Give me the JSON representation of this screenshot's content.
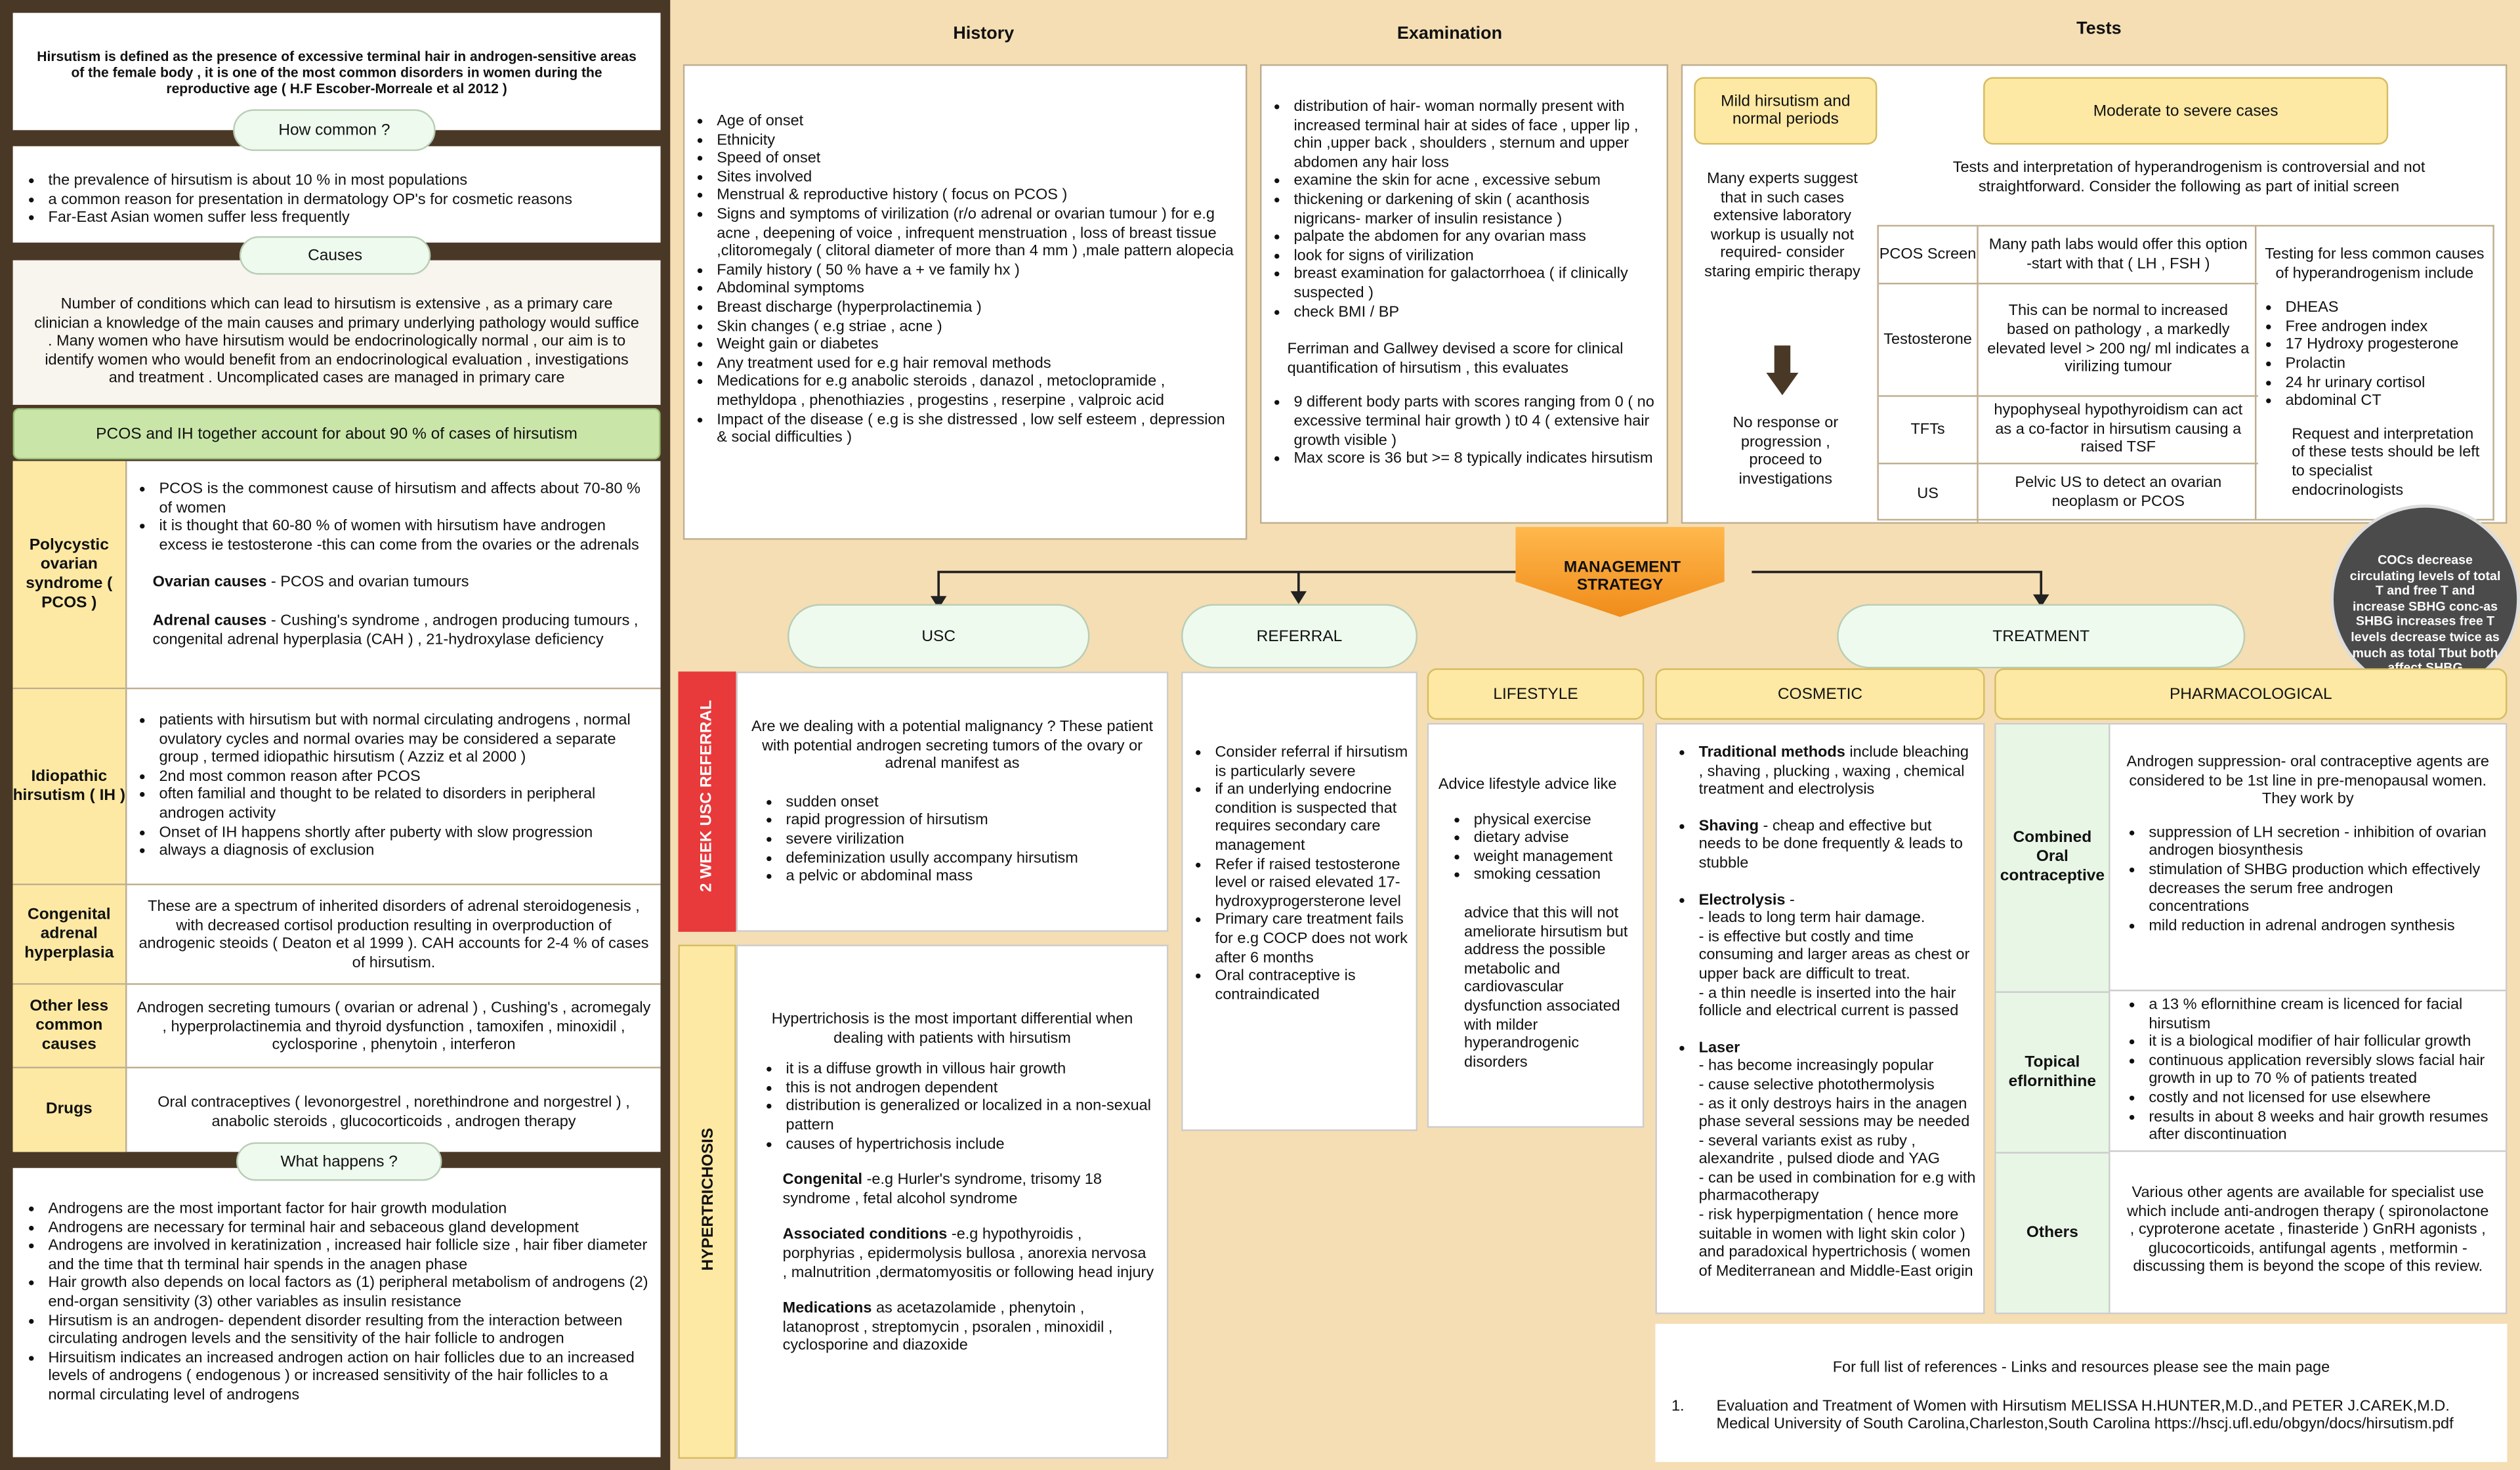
{
  "intro": "Hirsutism is defined as the presence of excessive terminal hair in androgen-sensitive areas of the  female body , it is one of the most common disorders in women during the reproductive age  ( H.F Escober-Morreale et al 2012 )",
  "how_common": {
    "title": "How common ?",
    "items": [
      "the prevalence of hirsutism is about 10 % in most populations",
      "a common reason for presentation in dermatology OP's for cosmetic reasons",
      "Far-East Asian women suffer less frequently"
    ]
  },
  "causes": {
    "title": "Causes",
    "text": "Number of conditions which can lead to hirsutism is extensive , as a primary care clinician a knowledge of the main causes and primary underlying pathology would suffice . Many women who have hirsutism would be endocrinologically normal , our aim is to identify women who would benefit from an endocrinological evaluation , investigations and treatment . Uncomplicated cases are managed in primary care",
    "banner": "PCOS and IH together account for about 90 % of cases of hirsutism",
    "pcos": {
      "label": "Polycystic ovarian syndrome ( PCOS )",
      "items": [
        "PCOS is the commonest cause of hirsutism and affects about 70-80 % of women",
        "it is thought that 60-80 % of women with hirsutism have androgen excess ie testosterone -this can come from the ovaries or the adrenals"
      ],
      "ovarian_b": "Ovarian causes",
      "ovarian_t": " - PCOS and ovarian tumours",
      "adrenal_b": "Adrenal causes",
      "adrenal_t": " - Cushing's syndrome , androgen producing tumours , congenital adrenal hyperplasia (CAH ) , 21-hydroxylase deficiency"
    },
    "ih": {
      "label": "Idiopathic hirsutism ( IH )",
      "items": [
        "patients with hirsutism but with normal circulating androgens , normal ovulatory cycles and normal ovaries may be considered a separate group , termed idiopathic hirsutism ( Azziz et al 2000 )",
        "2nd most common reason after PCOS",
        "often familial and thought to be related to disorders in peripheral androgen activity",
        "Onset of IH happens shortly after puberty with slow progression",
        "always a diagnosis of exclusion"
      ]
    },
    "cah": {
      "label": "Congenital adrenal hyperplasia",
      "text": "These are a spectrum of inherited disorders of adrenal steroidogenesis , with decreased cortisol production resulting in overproduction of androgenic steoids ( Deaton et al 1999 ). CAH accounts for 2-4 % of cases of hirsutism."
    },
    "other": {
      "label": "Other less common causes",
      "text": "Androgen secreting tumours ( ovarian or adrenal ) , Cushing's , acromegaly , hyperprolactinemia and thyroid dysfunction , tamoxifen , minoxidil , cyclosporine , phenytoin , interferon"
    },
    "drugs": {
      "label": "Drugs",
      "text": "Oral contraceptives ( levonorgestrel , norethindrone and norgestrel ) , anabolic steroids , glucocorticoids , androgen therapy"
    }
  },
  "what_happens": {
    "title": "What happens ?",
    "items": [
      "Androgens are the most important factor for hair growth modulation",
      "Androgens are necessary for  terminal hair and sebaceous gland development",
      "Androgens are involved in keratinization , increased hair follicle size , hair fiber diameter and the time that th terminal hair spends in the anagen phase",
      "Hair growth also depends on local factors as (1) peripheral metabolism of androgens (2) end-organ sensitivity (3) other variables as insulin resistance",
      "Hirsutism is an androgen- dependent disorder resulting from the interaction between circulating androgen levels and the sensitivity of the hair follicle to androgen",
      "Hirsuitism indicates an increased androgen action on hair follicles due to an increased levels of androgens ( endogenous ) or increased sensitivity of the hair follicles to a normal circulating level of androgens"
    ]
  },
  "history": {
    "title": "History",
    "items": [
      "Age of onset",
      "Ethnicity",
      "Speed of onset",
      "Sites involved",
      "Menstrual & reproductive history ( focus on PCOS )",
      "Signs and symptoms of virilization (r/o adrenal or ovarian tumour ) for e.g acne , deepening of voice , infrequent menstruation , loss of breast tissue ,clitoromegaly ( clitoral diameter of more than 4 mm ) ,male  pattern alopecia",
      "Family history ( 50 % have a + ve family hx )",
      "Abdominal symptoms",
      "Breast discharge (hyperprolactinemia )",
      "Skin changes ( e.g striae , acne )",
      "Weight gain or diabetes",
      "Any treatment used for e.g hair removal methods",
      "Medications for e.g anabolic steroids , danazol , metoclopramide , methyldopa , phenothiazies , progestins , reserpine , valproic acid",
      "Impact of the disease ( e.g is she distressed , low self esteem , depression & social difficulties )"
    ]
  },
  "examination": {
    "title": "Examination",
    "items": [
      "distribution of hair- woman normally present with increased terminal hair at sides of face , upper lip , chin ,upper back , shoulders , sternum and upper abdomen any hair loss",
      "examine the skin for  acne , excessive sebum",
      "thickening or darkening of skin ( acanthosis nigricans- marker of insulin resistance )",
      "palpate the abdomen for any ovarian mass",
      "look for signs of virilization",
      "breast examination  for galactorrhoea ( if clinically suspected )",
      "check BMI / BP"
    ],
    "ferriman": "Ferriman and Gallwey devised a score for clinical quantification of hirsutism , this evaluates",
    "items2": [
      "9 different body parts with scores ranging from  0 ( no excessive terminal hair growth ) t0 4 ( extensive hair growth visible )",
      "Max score is 36 but >= 8 typically indicates hirsutism"
    ]
  },
  "tests": {
    "title": "Tests",
    "mild_label": "Mild hirsutism and normal periods",
    "mild_text": "Many experts suggest that in such cases extensive laboratory workup is usually not required- consider staring empiric therapy",
    "no_response": "No response or progression , proceed to investigations",
    "moderate_label": "Moderate to severe cases",
    "intro": "Tests and interpretation of hyperandrogenism is  controversial and not straightforward. Consider the following as part of initial screen",
    "rows": [
      {
        "name": "PCOS Screen",
        "desc": "Many path labs would offer this option -start with that ( LH , FSH )"
      },
      {
        "name": "Testosterone",
        "desc": "This can be normal to increased based on pathology , a markedly elevated level > 200 ng/ ml indicates a virilizing tumour"
      },
      {
        "name": "TFTs",
        "desc": "hypophyseal hypothyroidism can act as a co-factor in hirsutism causing a raised TSF"
      },
      {
        "name": "US",
        "desc": "Pelvic US to detect an ovarian neoplasm or PCOS"
      }
    ],
    "less_common_title": "Testing for less common causes of hyperandrogenism include",
    "less_common": [
      "DHEAS",
      "Free androgen index",
      "17 Hydroxy progesterone",
      "Prolactin",
      "24 hr urinary cortisol",
      "abdominal CT"
    ],
    "specialist": "Request and interpretation of these tests should be left to specialist endocrinologists"
  },
  "management": "MANAGEMENT STRATEGY",
  "coc_note": "COCs decrease circulating levels of total T and free T and increase SBHG conc-as SHBG increases free T levels decrease twice as much as total Tbut both affect SHBG",
  "usc": {
    "title": "USC",
    "label": "2 WEEK USC REFERRAL",
    "intro": "Are we dealing with a potential malignancy ? These patient with potential androgen secreting tumors of the ovary or adrenal manifest as",
    "items": [
      "sudden onset",
      "rapid progression of hirsutism",
      "severe virilization",
      "defeminization usully accompany hirsutism",
      "a pelvic or abdominal mass"
    ]
  },
  "hyper": {
    "label": "HYPERTRICHOSIS",
    "intro": "Hypertrichosis is the most important differential when dealing with patients with hirsutism",
    "items": [
      "it is a diffuse growth in villous hair growth",
      "this is not androgen dependent",
      "distribution is generalized or localized in a non-sexual pattern",
      "causes of hypertrichosis include"
    ],
    "cong_b": "Congenital",
    "cong_t": " -e.g Hurler's syndrome, trisomy 18 syndrome , fetal alcohol syndrome",
    "assoc_b": "Associated conditions",
    "assoc_t": " -e.g hypothyroidis , porphyrias , epidermolysis bullosa , anorexia nervosa , malnutrition ,dermatomyositis  or following head injury",
    "meds_b": "Medications",
    "meds_t": " as acetazolamide , phenytoin , latanoprost , streptomycin , psoralen , minoxidil , cyclosporine and diazoxide"
  },
  "referral": {
    "title": "REFERRAL",
    "items": [
      "Consider referral if hirsutism is particularly severe",
      "if an underlying endocrine condition is suspected that requires secondary care management",
      "Refer if raised testosterone level or raised elevated 17-hydroxyprogersterone level",
      "Primary care treatment fails for e.g COCP does not work after 6 months",
      "Oral contraceptive is contraindicated"
    ]
  },
  "treatment": {
    "title": "TREATMENT"
  },
  "lifestyle": {
    "title": "LIFESTYLE",
    "intro": "Advice lifestyle advice like",
    "items": [
      "physical exercise",
      "dietary advise",
      "weight management",
      "smoking cessation"
    ],
    "note": "advice that this will not ameliorate hirsutism but address the possible metabolic and cardiovascular dysfunction associated with milder hyperandrogenic disorders"
  },
  "cosmetic": {
    "title": "COSMETIC",
    "trad_b": "Traditional methods",
    "trad_t": " include bleaching , shaving , plucking , waxing , chemical treatment and electrolysis",
    "shave_b": "Shaving",
    "shave_t": " - cheap and effective but needs to be done frequently & leads to stubble",
    "elec_b": "Electrolysis",
    "elec_t": " -",
    "elec_lines": [
      "- leads to long term hair damage.",
      "- is effective but costly and time consuming and larger areas as chest or upper back are difficult to treat.",
      "- a thin needle is inserted into the hair follicle and electrical current is passed"
    ],
    "laser_b": "Laser",
    "laser_lines": [
      "- has become increasingly popular",
      "- cause selective photothermolysis",
      "- as it only destroys hairs in the anagen phase several sessions may be needed",
      "- several variants exist as ruby , alexandrite , pulsed diode and YAG",
      "- can be used in combination for e.g with pharmacotherapy",
      "- risk hyperpigmentation ( hence more suitable in women with light skin color ) and paradoxical hypertrichosis  ( women of Mediterranean and Middle-East origin"
    ]
  },
  "pharma": {
    "title": "PHARMACOLOGICAL",
    "coc_label": "Combined Oral contraceptive",
    "coc_intro": "Androgen suppression- oral contraceptive agents are considered to be 1st line in pre-menopausal women. They work by",
    "coc_items": [
      "suppression of LH secretion - inhibition of ovarian androgen biosynthesis",
      "stimulation of SHBG production which effectively decreases the serum free androgen concentrations",
      "mild reduction in adrenal androgen synthesis"
    ],
    "eflo_label": "Topical eflornithine",
    "eflo_items": [
      "a 13 % eflornithine cream is licenced for facial hirsutism",
      "it is a biological modifier of hair follicular growth",
      "continuous application reversibly slows facial hair growth in up to 70 % of patients treated",
      "costly and not licensed for use elsewhere",
      "results in about 8 weeks and hair growth resumes after discontinuation"
    ],
    "others_label": "Others",
    "others_text": "Various other agents are available for specialist use which include anti-androgen therapy ( spironolactone , cyproterone acetate , finasteride ) GnRH agonists , glucocorticoids, antifungal agents , metformin - discussing them is beyond the scope of this review."
  },
  "refs": {
    "intro": "For full list of references - Links and resources please see the main page",
    "num": "1.",
    "text": "Evaluation and Treatment of Women with Hirsutism MELISSA H.HUNTER,M.D.,and PETER J.CAREK,M.D. Medical University of South Carolina,Charleston,South Carolina https://hscj.ufl.edu/obgyn/docs/hirsutism.pdf"
  }
}
